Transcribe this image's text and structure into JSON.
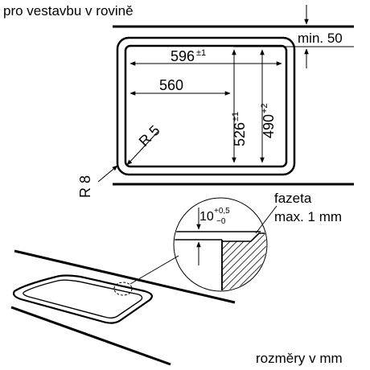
{
  "labels": {
    "flush_mount": "pro vestavbu v rovině",
    "min_clearance": "min. 50",
    "bevel_title": "fazeta",
    "bevel_max": "max. 1 mm",
    "units_note": "rozměry v mm"
  },
  "dimensions": {
    "outer_width": {
      "value": "596",
      "tol": "±1"
    },
    "inner_width": {
      "value": "560"
    },
    "outer_depth": {
      "value": "526",
      "tol": "±1"
    },
    "inner_depth": {
      "value": "490",
      "tol": "+2"
    },
    "corner_inner": {
      "value": "R 5"
    },
    "corner_outer": {
      "value": "R 8"
    },
    "recess_depth": {
      "value": "10",
      "tol_upper": "+0,5",
      "tol_lower": "−0"
    }
  }
}
